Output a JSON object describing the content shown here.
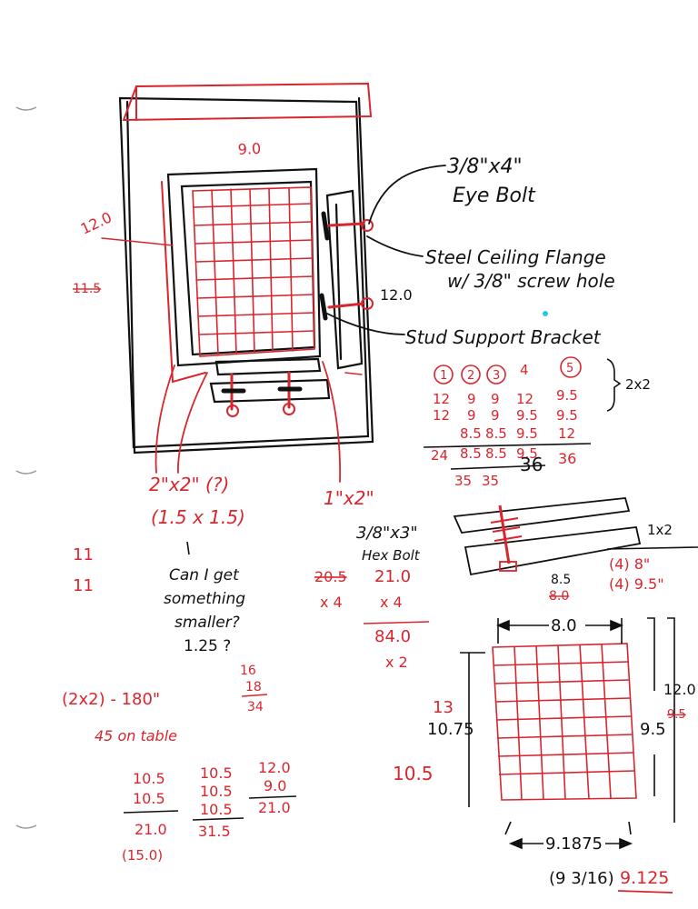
{
  "colors": {
    "ink": "#111111",
    "red": "#d8262e",
    "cyan": "#22c9e8"
  },
  "sketch_top": {
    "width_label": "9.0",
    "height_label": "12.0",
    "height_old": "11.5",
    "right_label": "12.0",
    "eyebolt_label": "3/8\"x4\"",
    "eyebolt_word": "Eye Bolt",
    "flange_label_1": "Steel Ceiling Flange",
    "flange_label_2": "w/ 3/8\" screw hole",
    "bracket_label": "Stud Support Bracket",
    "lumber_2x2_label": "2\"x2\" (?)",
    "lumber_2x2_actual": "(1.5 x 1.5)",
    "lumber_1x2_label": "1\"x2\""
  },
  "notes": {
    "q1": "Can I get",
    "q2": "something",
    "q3": "smaller?",
    "q4": "1.25 ?",
    "tick": "11",
    "tick2": "11",
    "stack_a": "16",
    "stack_b": "18",
    "stack_c": "34"
  },
  "cut_table": {
    "headers": [
      "1",
      "2",
      "3",
      "4",
      "5"
    ],
    "group_label": "2x2",
    "rows": [
      [
        "12",
        "9",
        "9",
        "12",
        "9.5"
      ],
      [
        "12",
        "9",
        "9",
        "9.5",
        "9.5"
      ],
      [
        "",
        "8.5",
        "8.5",
        "9.5",
        "12"
      ]
    ],
    "totals": [
      "24",
      "8.5",
      "8.5",
      "9.5",
      "36"
    ],
    "col_totals_2": [
      "35",
      "35",
      "36"
    ],
    "extra_row": "36"
  },
  "hex_bolt": {
    "label_1": "3/8\"x3\"",
    "label_2": "Hex Bolt",
    "calc_old": "20.5",
    "calc_a": "21.0",
    "mult_a": "x 4",
    "mult_b": "x 4",
    "product": "84.0",
    "times2": "x 2"
  },
  "list_1x2": {
    "title": "1x2",
    "item_1": "(4) 8\"",
    "item_2": "(4) 9.5\""
  },
  "grid_drawing": {
    "top_new": "8.5",
    "top_old": "8.0",
    "top_dim": "8.0",
    "left_new": "13",
    "left_old": "10.75",
    "left_dim": "10.5",
    "right_dim": "9.5",
    "right_outer": "12.0",
    "right_outer_old": "9.5",
    "bottom_dim": "9.1875",
    "bottom_frac": "(9 3/16)",
    "bottom_final": "9.125"
  },
  "lumber_total": {
    "label": "(2x2) - 180\"",
    "note": "45 on table"
  },
  "sums": {
    "col1": [
      "10.5",
      "10.5"
    ],
    "col1_total": "21.0",
    "col1_alt": "(15.0)",
    "col2": [
      "10.5",
      "10.5",
      "10.5"
    ],
    "col2_total": "31.5",
    "col3": [
      "12.0",
      "9.0"
    ],
    "col3_total": "21.0"
  }
}
